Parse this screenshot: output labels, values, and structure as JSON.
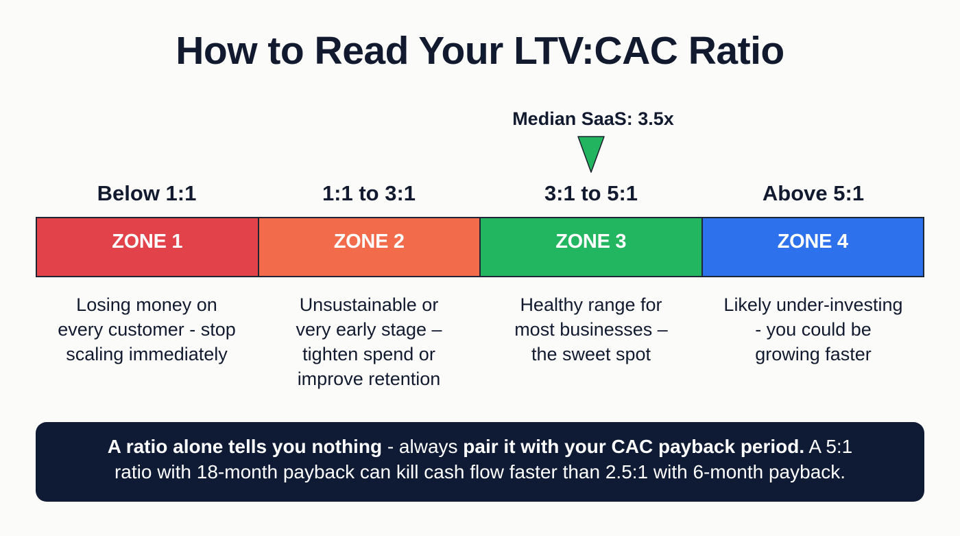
{
  "title": "How to Read Your LTV:CAC Ratio",
  "marker": {
    "label": "Median SaaS: 3.5x",
    "value": 3.5,
    "icon": "triangle-down-icon",
    "color": "#22b45e",
    "zone_index": 2
  },
  "zones": [
    {
      "name": "ZONE 1",
      "range": "Below 1:1",
      "color": "#e2434a",
      "description_lines": [
        "Losing money on",
        "every customer - stop",
        "scaling immediately"
      ]
    },
    {
      "name": "ZONE 2",
      "range": "1:1 to 3:1",
      "color": "#f26b4b",
      "description_lines": [
        "Unsustainable or",
        "very early stage –",
        "tighten spend or",
        "improve retention"
      ]
    },
    {
      "name": "ZONE 3",
      "range": "3:1 to 5:1",
      "color": "#23b660",
      "description_lines": [
        "Healthy range for",
        "most businesses –",
        "the sweet spot"
      ]
    },
    {
      "name": "ZONE 4",
      "range": "Above 5:1",
      "color": "#2d72ec",
      "description_lines": [
        "Likely under-investing",
        "- you could be",
        "growing faster"
      ]
    }
  ],
  "callout": {
    "line1": {
      "bold1": "A ratio alone tells you nothing",
      "text1": " - always ",
      "bold2": "pair it with your CAC payback period.",
      "text2": " A 5:1"
    },
    "line2": "ratio with 18-month payback can kill cash flow faster than 2.5:1 with 6-month payback."
  },
  "colors": {
    "text": "#111a2e",
    "callout_bg": "#0f1a35",
    "background": "#fbfbfa"
  }
}
